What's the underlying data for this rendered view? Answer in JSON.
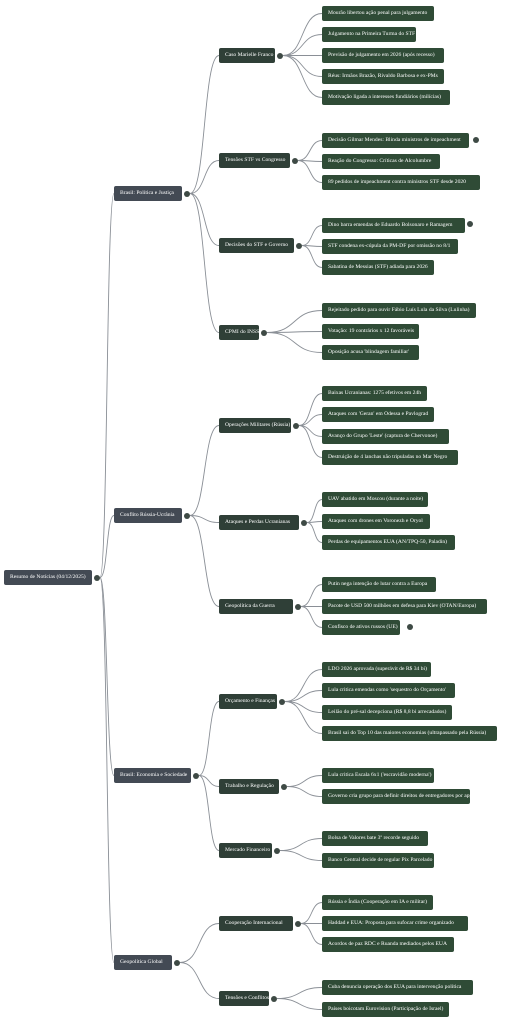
{
  "colors": {
    "root": "#434a54",
    "branch": "#434a54",
    "subbranch": "#2f3f37",
    "leaf": "#2f4b36",
    "edge": "#8a8f96"
  },
  "root": "Resumo de Notícias (04/12/2025)",
  "branches": [
    {
      "label": "Brasil: Política e Justiça",
      "children": [
        {
          "label": "Caso Marielle Franco",
          "leaves": [
            "Mourão libertou ação penal para julgamento",
            "Julgamento na Primeira Turma do STF",
            "Previsão de julgamento em 2026 (após recesso)",
            "Réus: Irmãos Brazão, Rivaldo Barbosa e ex-PMs",
            "Motivação ligada a interesses fundiários (milícias)"
          ]
        },
        {
          "label": "Tensões STF vs Congresso",
          "leaves": [
            "Decisão Gilmar Mendes: Blinda ministros de impeachment",
            "Reação do Congresso: Críticas de Alcolumbre",
            "89 pedidos de impeachment contra ministros STF desde 2020"
          ]
        },
        {
          "label": "Decisões do STF e Governo",
          "leaves": [
            "Dino barra emendas de Eduardo Bolsonaro e Ramagem",
            "STF condena ex-cúpula da PM-DF por omissão no 8/1",
            "Sabatina de Messias (STF) adiada para 2026"
          ]
        },
        {
          "label": "CPMI do INSS",
          "leaves": [
            "Rejeitado pedido para ouvir Fábio Luís Lula da Silva (Lulinha)",
            "Votação: 19 contrários x 12 favoráveis",
            "Oposição acusa 'blindagem familiar'"
          ]
        }
      ]
    },
    {
      "label": "Conflito Rússia-Ucrânia",
      "children": [
        {
          "label": "Operações Militares (Rússia)",
          "leaves": [
            "Baixas Ucranianas: 1275 efetivos em 24h",
            "Ataques com 'Geran' em Odessa e Pavlograd",
            "Avanço do Grupo 'Leste' (captura de Chervonoe)",
            "Destruição de 4 lanchas não tripuladas no Mar Negro"
          ]
        },
        {
          "label": "Ataques e Perdas Ucranianas",
          "leaves": [
            "UAV abatido em Moscou (durante a noite)",
            "Ataques com drones em Voronezh e Oryol",
            "Perdas de equipamentos EUA (AN/TPQ-50, Paladin)"
          ]
        },
        {
          "label": "Geopolítica da Guerra",
          "leaves": [
            "Putin nega intenção de lutar contra a Europa",
            "Pacote de USD 500 milhões em defesa para Kiev (OTAN/Europa)",
            "Confisco de ativos russos (UE)"
          ]
        }
      ]
    },
    {
      "label": "Brasil: Economia e Sociedade",
      "children": [
        {
          "label": "Orçamento e Finanças",
          "leaves": [
            "LDO 2026 aprovada (superávit de R$ 34 bi)",
            "Lula critica emendas como 'sequestro do Orçamento'",
            "Leilão do pré-sal decepciona (R$ 8,8 bi arrecadados)",
            "Brasil sai do Top 10 das maiores economias (ultrapassado pela Rússia)"
          ]
        },
        {
          "label": "Trabalho e Regulação",
          "leaves": [
            "Lula critica Escala 6x1 ('escravidão moderna')",
            "Governo cria grupo para definir direitos de entregadores por app"
          ]
        },
        {
          "label": "Mercado Financeiro",
          "leaves": [
            "Bolsa de Valores bate 3º recorde seguido",
            "Banco Central decide de regular Pix Parcelado"
          ]
        }
      ]
    },
    {
      "label": "Geopolítica Global",
      "children": [
        {
          "label": "Cooperação Internacional",
          "leaves": [
            "Rússia e Índia (Cooperação em IA e militar)",
            "Haddad e EUA: Proposta para sufocar crime organizado",
            "Acordos de paz RDC e Ruanda mediados pelos EUA"
          ]
        },
        {
          "label": "Tensões e Conflitos",
          "leaves": [
            "Cuba denuncia operação dos EUA para intervenção política",
            "Países boicotam Eurovision (Participação de Israel)"
          ]
        }
      ]
    }
  ]
}
